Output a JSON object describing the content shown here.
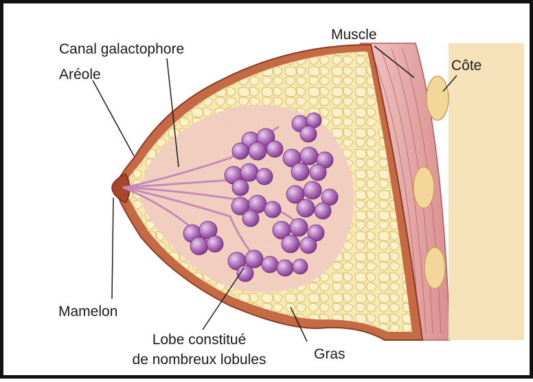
{
  "labels": {
    "canal": "Canal galactophore",
    "areole": "Aréole",
    "muscle": "Muscle",
    "cote": "Côte",
    "mamelon": "Mamelon",
    "lobe_line1": "Lobe constitué",
    "lobe_line2": "de nombreux lobules",
    "gras": "Gras"
  },
  "colors": {
    "skin": "#b85a3a",
    "tissue": "#f2d3c4",
    "fat": "#f6e6a8",
    "fat_edge": "#e0c878",
    "lobule": "#a65fb0",
    "lobule_light": "#d7a6dc",
    "muscle": "#e2a3a3",
    "muscle_line": "#b8606a",
    "rib": "#f3dca0"
  }
}
